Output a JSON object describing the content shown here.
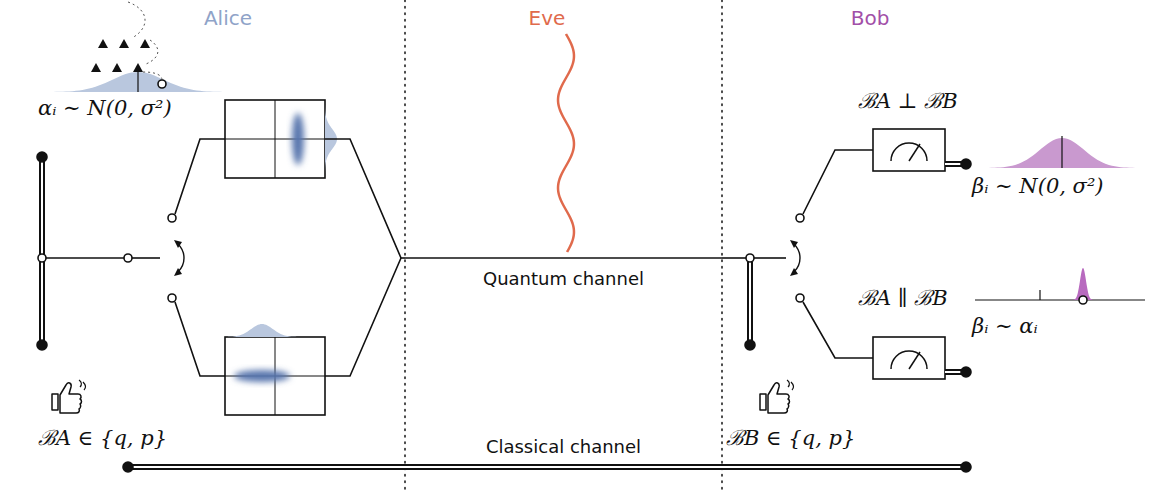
{
  "diagram": {
    "nodes": [
      {
        "text": [
          "Alice"
        ]
      },
      {
        "text": [
          "Eve"
        ]
      },
      {
        "text": [
          "Bob"
        ]
      }
    ],
    "edges": [
      {
        "from": 0,
        "to": 2,
        "label": "Quantum channel",
        "arrow": "none"
      },
      {
        "from": 0,
        "to": 2,
        "label": "Classical channel",
        "arrow": "none"
      }
    ],
    "labels": [
      "αᵢ ∼ N(0, σ²)",
      "ℬA ∈ {q, p}",
      "ℬA ⊥ ℬB",
      "βᵢ ∼ N(0, σ²)",
      "ℬA ∥ ℬB",
      "βᵢ ∼ αᵢ",
      "ℬB ∈ {q, p}"
    ]
  }
}
